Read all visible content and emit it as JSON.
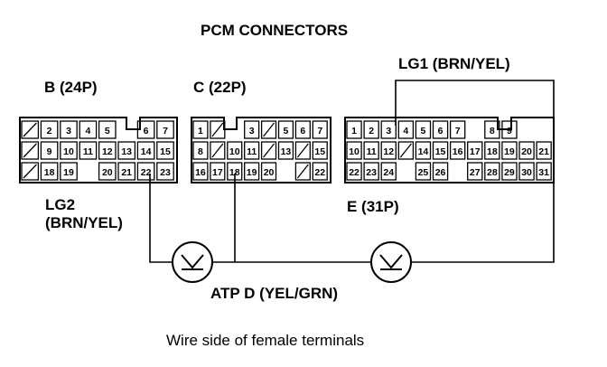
{
  "title": "PCM CONNECTORS",
  "caption": "Wire side of female terminals",
  "labels": {
    "conn_b": "B (24P)",
    "conn_c": "C (22P)",
    "conn_e": "E (31P)",
    "lg1": "LG1 (BRN/YEL)",
    "lg2_line1": "LG2",
    "lg2_line2": "(BRN/YEL)",
    "atp": "ATP D (YEL/GRN)"
  },
  "connectors": {
    "b": {
      "rows": [
        [
          "/",
          "2",
          "3",
          "4",
          "5",
          "_",
          "6",
          "7"
        ],
        [
          "/",
          "9",
          "10",
          "11",
          "12",
          "13",
          "14",
          "15"
        ],
        [
          "/",
          "18",
          "19",
          "_",
          "20",
          "21",
          "22",
          "23"
        ]
      ]
    },
    "c": {
      "rows": [
        [
          "1",
          "/",
          "_",
          "3",
          "/",
          "5",
          "6",
          "7"
        ],
        [
          "8",
          "/",
          "10",
          "11",
          "/",
          "13",
          "/",
          "15"
        ],
        [
          "16",
          "17",
          "18",
          "19",
          "20",
          "_",
          "/",
          "22"
        ]
      ]
    },
    "e": {
      "rows": [
        [
          "1",
          "2",
          "3",
          "4",
          "5",
          "6",
          "7",
          "_",
          "8",
          "9"
        ],
        [
          "10",
          "11",
          "12",
          "/",
          "14",
          "15",
          "16",
          "17",
          "18",
          "19",
          "20",
          "21"
        ],
        [
          "22",
          "23",
          "24",
          "_",
          "25",
          "26",
          "_",
          "27",
          "28",
          "29",
          "30",
          "31"
        ]
      ]
    }
  },
  "meters": [
    "voltmeter-left",
    "voltmeter-right"
  ]
}
